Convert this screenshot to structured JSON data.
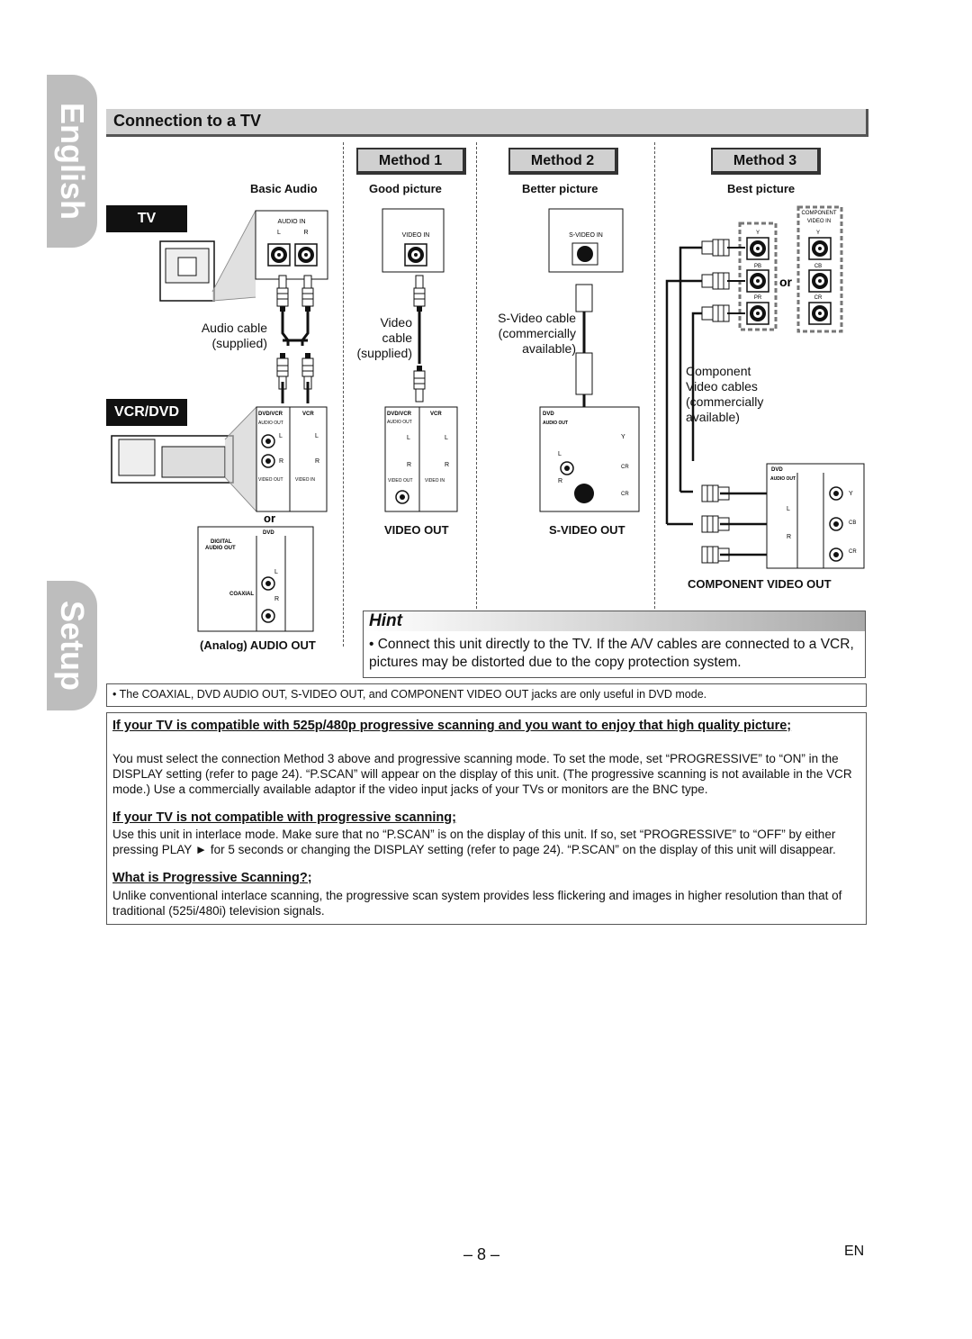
{
  "side_tabs": {
    "english": "English",
    "setup": "Setup"
  },
  "section_title": "Connection to a TV",
  "methods": {
    "m1": {
      "label": "Method 1",
      "subtitle": "Good picture",
      "cable": "Video cable (supplied)",
      "output": "VIDEO OUT"
    },
    "m2": {
      "label": "Method 2",
      "subtitle": "Better picture",
      "cable": "S-Video cable (commercially available)",
      "output": "S-VIDEO OUT"
    },
    "m3": {
      "label": "Method 3",
      "subtitle": "Best picture",
      "cable": "Component Video cables (commercially available)",
      "output": "COMPONENT VIDEO OUT"
    }
  },
  "basic_audio": {
    "label": "Basic Audio",
    "tv_tag": "TV",
    "vcr_tag": "VCR/DVD",
    "cable": "Audio cable (supplied)",
    "or": "or",
    "analog_out": "Analog) AUDIO OUT"
  },
  "diagram_text": {
    "audio_in": "AUDIO IN",
    "video_in": "VIDEO IN",
    "s_video_in": "S-VIDEO IN",
    "component": "COMPONENT",
    "dvd_vcr": "DVD/VCR",
    "vcr": "VCR",
    "dvd": "DVD",
    "audio_out": "AUDIO OUT",
    "video_out": "VIDEO OUT",
    "digital": "DIGITAL",
    "coaxial": "COAXIAL",
    "l": "L",
    "r": "R",
    "y": "Y",
    "pb": "PB",
    "pr": "PR",
    "cb": "CB",
    "cr": "CR",
    "or": "or"
  },
  "hint": {
    "title": "Hint",
    "text": "• Connect this unit directly to the TV. If the A/V cables are connected to a VCR, pictures may be distorted due to the copy protection system."
  },
  "note": "• The COAXIAL, DVD AUDIO OUT, S-VIDEO OUT, and COMPONENT VIDEO OUT jacks are only useful in DVD mode.",
  "progressive": {
    "h1": "If your TV is compatible with 525p/480p progressive scanning and you want to enjoy that high quality picture;",
    "p1": "You must select the connection Method 3 above and progressive scanning mode. To set the mode, set “PROGRESSIVE” to “ON” in the DISPLAY setting (refer to page 24). “P.SCAN” will appear on the display of this unit. (The progressive scanning is not available in the VCR mode.) Use a commercially available adaptor if the video input jacks of your TVs or monitors are the BNC type.",
    "h2": "If your TV is not compatible with progressive scanning;",
    "p2": "Use this unit in interlace mode. Make sure that no “P.SCAN” is on the display of this unit. If so, set “PROGRESSIVE” to “OFF” by either pressing PLAY ► for 5 seconds or changing the DISPLAY setting (refer to page 24). “P.SCAN” on the display of this unit will disappear.",
    "h3": "What is Progressive Scanning?;",
    "p3": "Unlike conventional interlace scanning, the progressive scan system provides less flickering and images in higher resolution than that of traditional (525i/480i) television signals."
  },
  "footer": {
    "page": "– 8 –",
    "lang": "EN"
  }
}
